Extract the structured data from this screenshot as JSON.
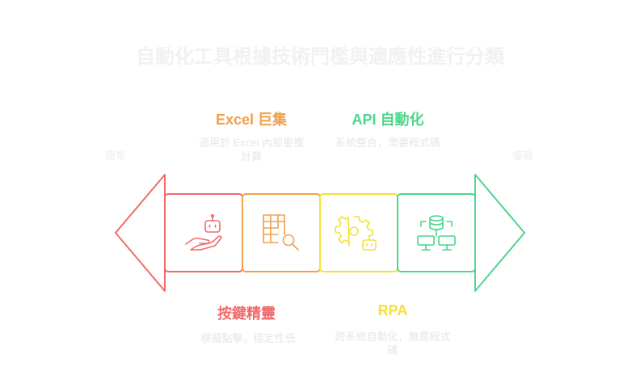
{
  "title": "自動化工具根據技術門檻與適應性進行分類",
  "scale": {
    "left": "簡單",
    "right": "複雜"
  },
  "stages": [
    {
      "heading": "按鍵精靈",
      "description": "模擬點擊，穩定性低",
      "color": "#ef6b6b",
      "icon": "robot-hand-icon",
      "position": "bottom"
    },
    {
      "heading": "Excel 巨集",
      "description": "適用於 Excel 內部重複計算",
      "color": "#f0a04b",
      "icon": "spreadsheet-search-icon",
      "position": "top"
    },
    {
      "heading": "RPA",
      "description": "跨系統自動化，無需程式碼",
      "color": "#f5e03a",
      "icon": "gear-robot-icon",
      "position": "bottom"
    },
    {
      "heading": "API 自動化",
      "description": "系統整合，需要程式碼",
      "color": "#4cd68a",
      "icon": "database-network-icon",
      "position": "top"
    }
  ]
}
